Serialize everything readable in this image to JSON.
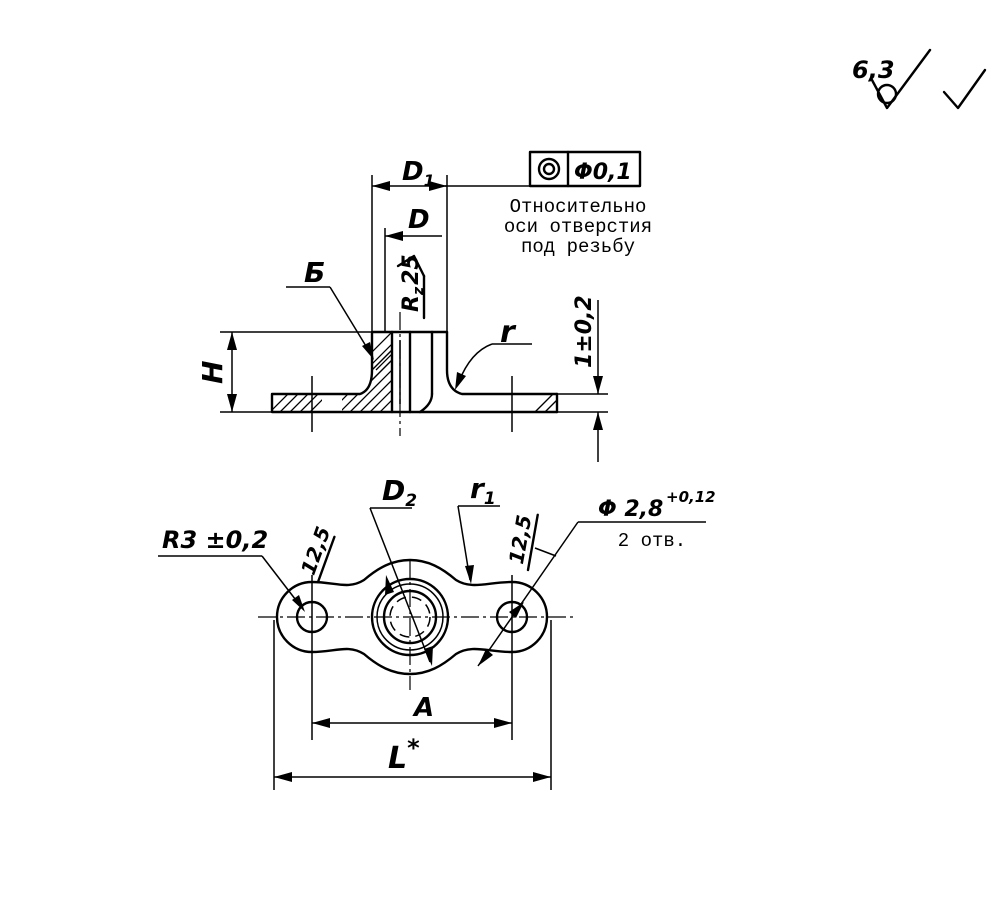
{
  "roughness": {
    "value": "6,3"
  },
  "geometric_tolerance": {
    "value": "Φ0,1",
    "note_lines": [
      "Относительно",
      "оси отверстия",
      "под резьбу"
    ]
  },
  "section_view": {
    "label_d1": "D",
    "label_d1_sub": "1",
    "label_d": "D",
    "label_rz_r": "R",
    "label_rz_z": "z",
    "label_rz_val": "25",
    "label_b": "Б",
    "label_h": "H",
    "label_r": "r",
    "label_thickness": "1±0,2"
  },
  "plan_view": {
    "label_r3": "R3 ±0,2",
    "label_d2": "D",
    "label_d2_sub": "2",
    "label_r1": "r",
    "label_r1_sub": "1",
    "label_12_5_left": "12,5",
    "label_12_5_right": "12,5",
    "label_hole": "Φ 2,8",
    "label_hole_tol": "+0,12",
    "label_holes_count": "2 отв.",
    "label_a": "A",
    "label_l": "L",
    "label_l_mark": "*"
  }
}
